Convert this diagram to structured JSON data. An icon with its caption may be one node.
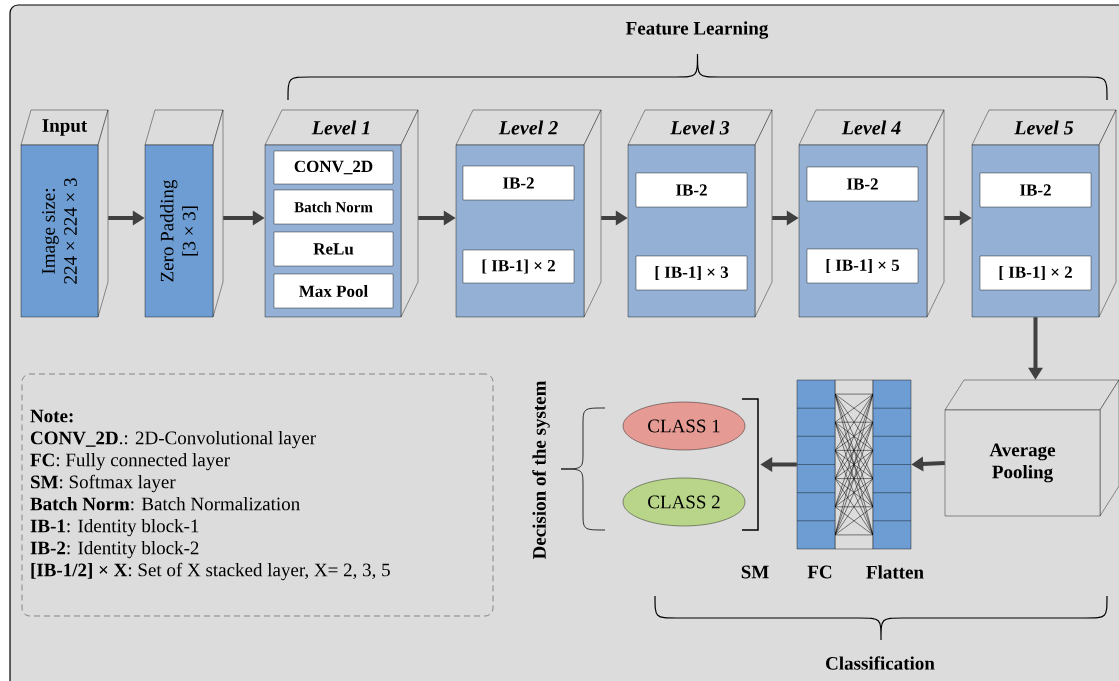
{
  "diagram": {
    "nodes": [
      {
        "text": [
          "Input",
          "Image size: 224 × 224 × 3"
        ]
      },
      {
        "text": [
          "Zero Padding [3 × 3]"
        ]
      },
      {
        "text": [
          "Level 1"
        ]
      },
      {
        "text": [
          "CONV_2D"
        ],
        "in": 2
      },
      {
        "text": [
          "Batch Norm"
        ],
        "in": 2
      },
      {
        "text": [
          "ReLu"
        ],
        "in": 2
      },
      {
        "text": [
          "Max Pool"
        ],
        "in": 2
      },
      {
        "text": [
          "Level 2"
        ]
      },
      {
        "text": [
          "IB-2"
        ],
        "in": 7
      },
      {
        "text": [
          "[ IB-1] × 2"
        ],
        "in": 7
      },
      {
        "text": [
          "Level 3"
        ]
      },
      {
        "text": [
          "IB-2"
        ],
        "in": 10
      },
      {
        "text": [
          "[ IB-1] × 3"
        ],
        "in": 10
      },
      {
        "text": [
          "Level 4"
        ]
      },
      {
        "text": [
          "IB-2"
        ],
        "in": 13
      },
      {
        "text": [
          "[ IB-1] × 5"
        ],
        "in": 13
      },
      {
        "text": [
          "Level 5"
        ]
      },
      {
        "text": [
          "IB-2"
        ],
        "in": 16
      },
      {
        "text": [
          "[ IB-1] × 2"
        ],
        "in": 16
      },
      {
        "text": [
          "Average Pooling"
        ]
      },
      {
        "text": [
          "Flatten"
        ]
      },
      {
        "text": [
          "FC"
        ]
      },
      {
        "text": [
          "SM"
        ]
      },
      {
        "text": [
          "CLASS 1"
        ]
      },
      {
        "text": [
          "CLASS 2"
        ]
      },
      {
        "text": [
          "Note:",
          "**CONV_2D**.: 2D-Convolutional layer",
          "**FC**: Fully connected layer",
          "**SM**: Softmax layer",
          "**Batch Norm**: Batch Normalization",
          "**IB-1**: Identity block-1",
          "**IB-2**: Identity block-2",
          "**[IB-1/2] × X**: Set of X stacked layer, X= 2, 3, 5"
        ]
      }
    ],
    "edges": [
      {
        "from": 0,
        "to": 1,
        "arrow": "to"
      },
      {
        "from": 1,
        "to": 2,
        "arrow": "to"
      },
      {
        "from": 2,
        "to": 7,
        "arrow": "to"
      },
      {
        "from": 7,
        "to": 10,
        "arrow": "to"
      },
      {
        "from": 10,
        "to": 13,
        "arrow": "to"
      },
      {
        "from": 13,
        "to": 16,
        "arrow": "to"
      },
      {
        "from": 16,
        "to": 19,
        "arrow": "to"
      },
      {
        "from": 19,
        "to": 20,
        "arrow": "to"
      },
      {
        "from": 21,
        "to": 22,
        "arrow": "to"
      }
    ],
    "labels": [
      "Feature Learning",
      "Decision of the system",
      "Classification"
    ]
  }
}
